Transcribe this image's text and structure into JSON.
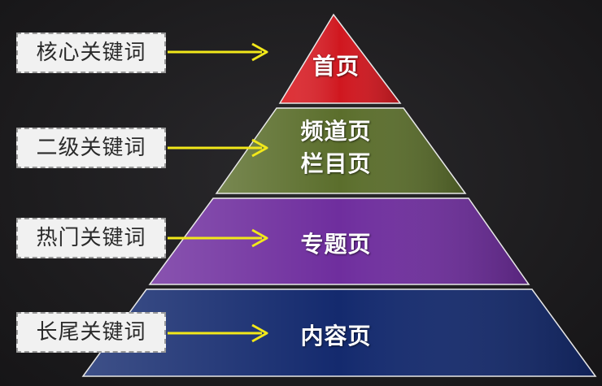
{
  "keywords": [
    {
      "label": "核心关键词"
    },
    {
      "label": "二级关键词"
    },
    {
      "label": "热门关键词"
    },
    {
      "label": "长尾关键词"
    }
  ],
  "tiers": [
    {
      "lines": [
        "首页"
      ],
      "color": "#d0171f"
    },
    {
      "lines": [
        "频道页",
        "栏目页"
      ],
      "color": "#5b6e2c"
    },
    {
      "lines": [
        "专题页"
      ],
      "color": "#6f2e9e"
    },
    {
      "lines": [
        "内容页"
      ],
      "color": "#142a6e"
    }
  ],
  "colors": {
    "arrow": "#f2e81a",
    "background": "#1c1b1d",
    "label_bg": "#f1f1f1"
  }
}
